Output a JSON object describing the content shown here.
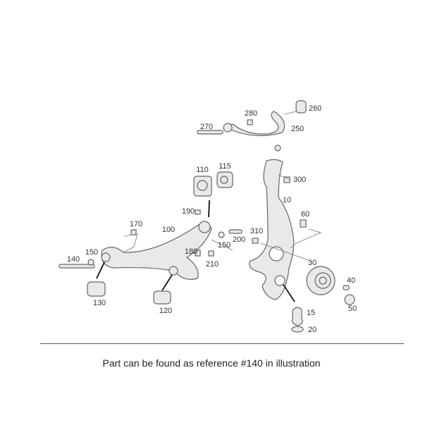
{
  "diagram": {
    "labels": [
      "260",
      "280",
      "270",
      "250",
      "110",
      "115",
      "300",
      "10",
      "190",
      "60",
      "170",
      "100",
      "310",
      "200",
      "150",
      "180",
      "150",
      "140",
      "210",
      "30",
      "40",
      "130",
      "50",
      "15",
      "120",
      "20"
    ]
  },
  "caption": "Part can be found as reference #140 in illustration"
}
